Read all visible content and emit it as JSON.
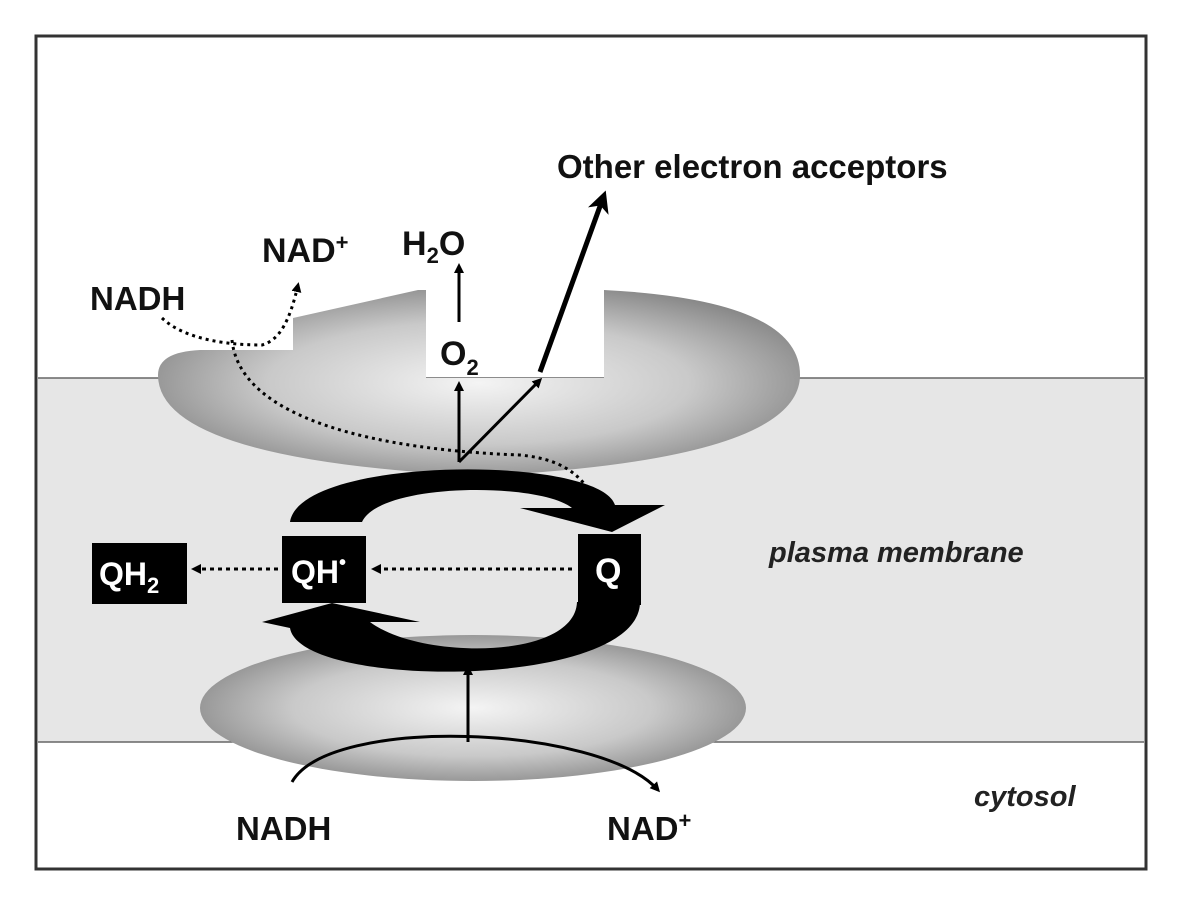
{
  "labels": {
    "other_acceptors": "Other electron acceptors",
    "nad_plus_top": "NAD",
    "nad_plus_top_sup": "+",
    "nadh_top": "NADH",
    "h2o_h": "H",
    "h2o_sub": "2",
    "h2o_o": "O",
    "o2_o": "O",
    "o2_sub": "2",
    "qh2_main": "QH",
    "qh2_sub": "2",
    "qh_radical": "QH",
    "qh_radical_dot": "•",
    "q": "Q",
    "plasma_membrane": "plasma membrane",
    "cytosol": "cytosol",
    "nadh_bottom": "NADH",
    "nad_plus_bottom": "NAD",
    "nad_plus_bottom_sup": "+"
  },
  "colors": {
    "membrane": "#e6e6e6",
    "frame": "#333333",
    "protein_light": "#f2f2f2",
    "protein_dark": "#7a7a7a",
    "box": "#000000"
  }
}
